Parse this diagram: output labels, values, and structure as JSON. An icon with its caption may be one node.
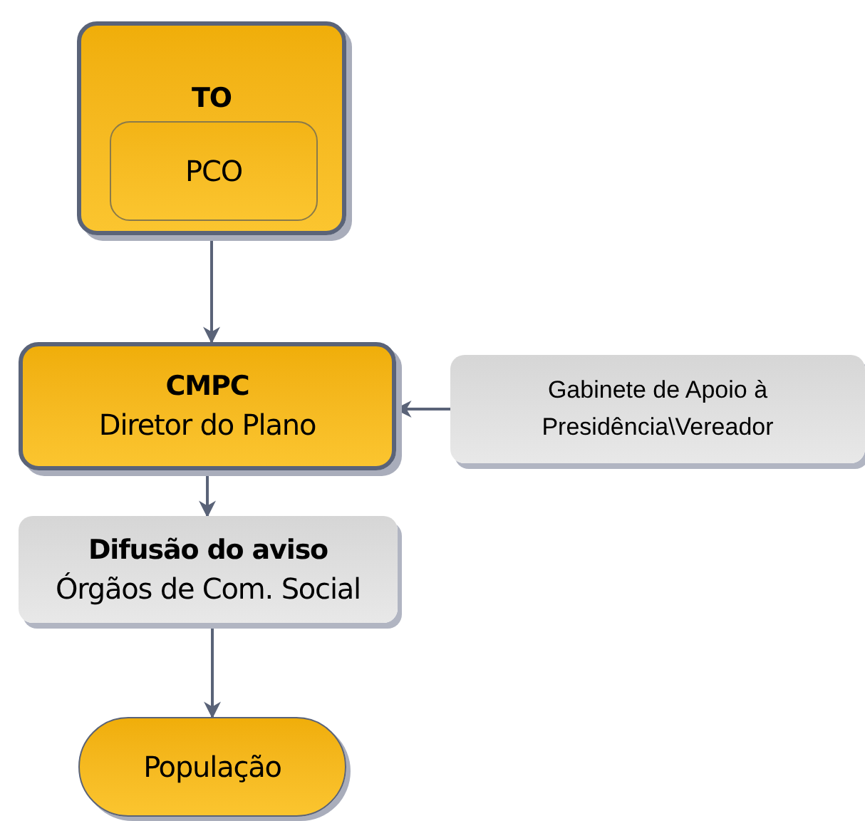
{
  "diagram": {
    "nodes": [
      {
        "text": [
          "TO"
        ]
      },
      {
        "text": [
          "PCO"
        ],
        "in": 0
      },
      {
        "text": [
          "CMPC",
          "Diretor do Plano"
        ]
      },
      {
        "text": [
          "Gabinete de Apoio à Presidência\\Vereador"
        ]
      },
      {
        "text": [
          "Difusão do aviso",
          "Órgãos de Com. Social"
        ]
      },
      {
        "text": [
          "População"
        ]
      }
    ],
    "edges": [
      {
        "from": 0,
        "to": 2,
        "arrow": "to"
      },
      {
        "from": 3,
        "to": 2,
        "arrow": "to"
      },
      {
        "from": 2,
        "to": 4,
        "arrow": "to"
      },
      {
        "from": 4,
        "to": 5,
        "arrow": "to"
      }
    ]
  }
}
